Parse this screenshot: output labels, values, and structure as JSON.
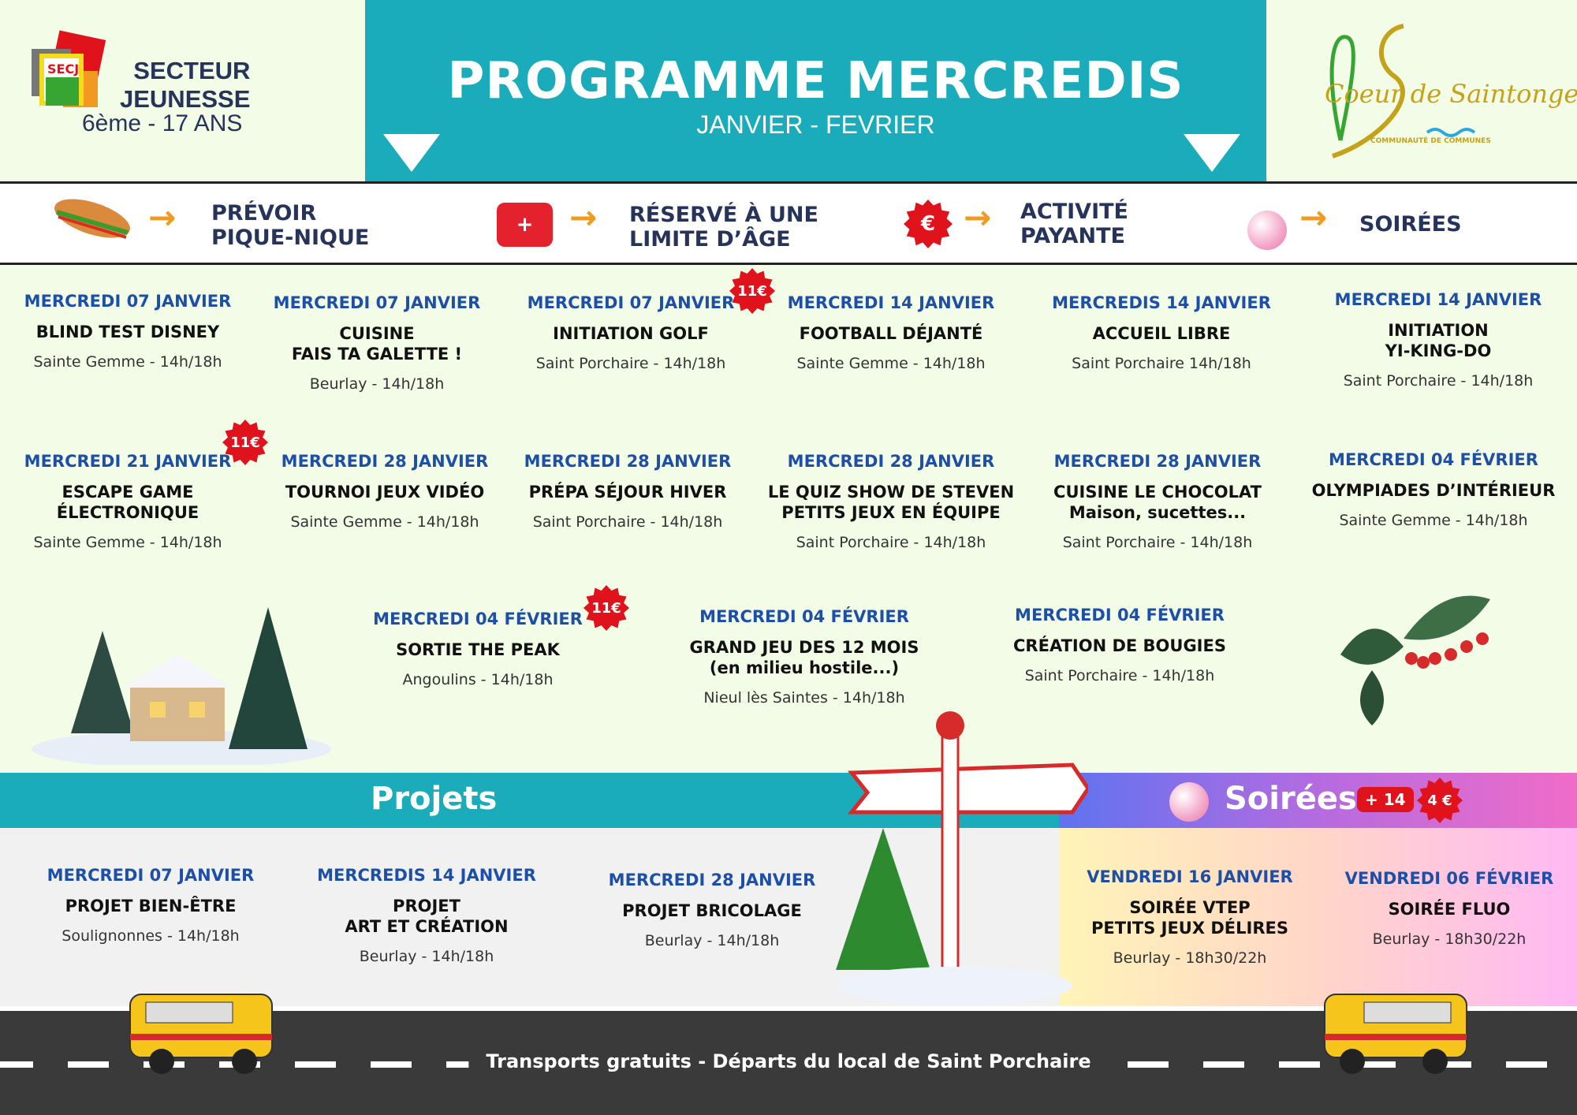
{
  "header": {
    "title": "PROGRAMME MERCREDIS",
    "subtitle": "JANVIER - FEVRIER",
    "org_line1": "SECTEUR",
    "org_line2": "JEUNESSE",
    "age_range": "6ème - 17 ANS",
    "logo_left_text": "SECJ",
    "logo_right_text": "Coeur de Saintonge",
    "logo_right_sub": "COMMUNAUTÉ DE COMMUNES"
  },
  "legend": [
    {
      "icon": "sandwich-icon",
      "line1": "PRÉVOIR",
      "line2": "PIQUE-NIQUE"
    },
    {
      "icon": "plus-badge-icon",
      "line1": "RÉSERVÉ À UNE",
      "line2": "LIMITE D’ÂGE"
    },
    {
      "icon": "euro-badge-icon",
      "line1": "ACTIVITÉ",
      "line2": "PAYANTE"
    },
    {
      "icon": "disco-ball-icon",
      "line1": "SOIRÉES",
      "line2": ""
    }
  ],
  "colors": {
    "teal": "#1aacbb",
    "date_blue": "#1d4fa6",
    "badge_red": "#e0131c",
    "legend_navy": "#26335b"
  },
  "events": [
    {
      "date": "MERCREDI 07 JANVIER",
      "title": [
        "BLIND TEST DISNEY"
      ],
      "location": "Sainte Gemme - 14h/18h"
    },
    {
      "date": "MERCREDI 07 JANVIER",
      "title": [
        "CUISINE",
        "FAIS TA GALETTE !"
      ],
      "location": "Beurlay - 14h/18h"
    },
    {
      "date": "MERCREDI 07 JANVIER",
      "title": [
        "INITIATION GOLF"
      ],
      "location": "Saint Porchaire - 14h/18h",
      "badge": "11€"
    },
    {
      "date": "MERCREDI 14 JANVIER",
      "title": [
        "FOOTBALL DÉJANTÉ"
      ],
      "location": "Sainte Gemme - 14h/18h"
    },
    {
      "date": "MERCREDIS 14 JANVIER",
      "title": [
        "ACCUEIL LIBRE"
      ],
      "location": "Saint Porchaire 14h/18h"
    },
    {
      "date": "MERCREDI 14 JANVIER",
      "title": [
        "INITIATION",
        "YI-KING-DO"
      ],
      "location": "Saint Porchaire - 14h/18h"
    },
    {
      "date": "MERCREDI 21 JANVIER",
      "title": [
        "ESCAPE GAME",
        "ÉLECTRONIQUE"
      ],
      "location": "Sainte Gemme - 14h/18h",
      "badge": "11€"
    },
    {
      "date": "MERCREDI 28 JANVIER",
      "title": [
        "TOURNOI JEUX VIDÉO"
      ],
      "location": "Sainte Gemme - 14h/18h"
    },
    {
      "date": "MERCREDI 28 JANVIER",
      "title": [
        "PRÉPA SÉJOUR HIVER"
      ],
      "location": "Saint Porchaire - 14h/18h"
    },
    {
      "date": "MERCREDI 28 JANVIER",
      "title": [
        "LE QUIZ SHOW DE STEVEN",
        "PETITS JEUX EN ÉQUIPE"
      ],
      "location": "Saint Porchaire - 14h/18h"
    },
    {
      "date": "MERCREDI 28 JANVIER",
      "title": [
        "CUISINE LE CHOCOLAT",
        "Maison, sucettes..."
      ],
      "location": "Saint Porchaire - 14h/18h"
    },
    {
      "date": "MERCREDI 04 FÉVRIER",
      "title": [
        "OLYMPIADES D’INTÉRIEUR"
      ],
      "location": "Sainte Gemme - 14h/18h"
    },
    {
      "date": "MERCREDI 04 FÉVRIER",
      "title": [
        "SORTIE THE PEAK"
      ],
      "location": "Angoulins - 14h/18h",
      "badge": "11€"
    },
    {
      "date": "MERCREDI 04 FÉVRIER",
      "title": [
        "GRAND JEU DES 12 MOIS",
        "(en milieu hostile...)"
      ],
      "location": "Nieul lès Saintes - 14h/18h"
    },
    {
      "date": "MERCREDI 04 FÉVRIER",
      "title": [
        "CRÉATION DE BOUGIES"
      ],
      "location": "Saint Porchaire - 14h/18h"
    }
  ],
  "projets": {
    "title": "Projets",
    "items": [
      {
        "date": "MERCREDI 07 JANVIER",
        "title": [
          "PROJET BIEN-ÊTRE"
        ],
        "location": "Soulignonnes - 14h/18h"
      },
      {
        "date": "MERCREDIS 14 JANVIER",
        "title": [
          "PROJET",
          "ART ET CRÉATION"
        ],
        "location": "Beurlay - 14h/18h"
      },
      {
        "date": "MERCREDI 28 JANVIER",
        "title": [
          "PROJET BRICOLAGE"
        ],
        "location": "Beurlay - 14h/18h"
      }
    ]
  },
  "soirees": {
    "title": "Soirées",
    "age_badge": "+ 14",
    "price_badge": "4 €",
    "items": [
      {
        "date": "VENDREDI 16 JANVIER",
        "title": [
          "SOIRÉE VTEP",
          "PETITS JEUX DÉLIRES"
        ],
        "location": "Beurlay - 18h30/22h"
      },
      {
        "date": "VENDREDI 06 FÉVRIER",
        "title": [
          "SOIRÉE FLUO"
        ],
        "location": "Beurlay - 18h30/22h"
      }
    ]
  },
  "footer": {
    "transport": "Transports gratuits - Départs du local de Saint Porchaire"
  }
}
